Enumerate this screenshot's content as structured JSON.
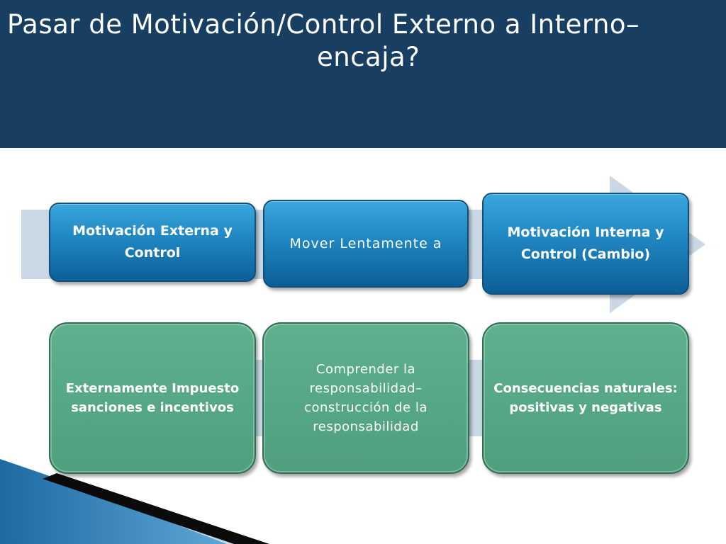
{
  "slide": {
    "title_line1": "Pasar de Motivación/Control Externo a Interno–",
    "title_line2": "encaja?"
  },
  "columns": [
    {
      "top": "Motivación Externa y Control",
      "bottom": "Externamente Impuesto sanciones e incentivos"
    },
    {
      "top": "Mover Lentamente a",
      "bottom": "Comprender la responsabilidad–construcción de la responsabilidad"
    },
    {
      "top": "Motivación Interna y Control (Cambio)",
      "bottom": "Consecuencias naturales: positivas y negativas"
    }
  ],
  "colors": {
    "header": "#183f62",
    "blue_box": "#1f86c1",
    "green_box": "#4e9f7e",
    "arrow": "#c9d8e4"
  }
}
